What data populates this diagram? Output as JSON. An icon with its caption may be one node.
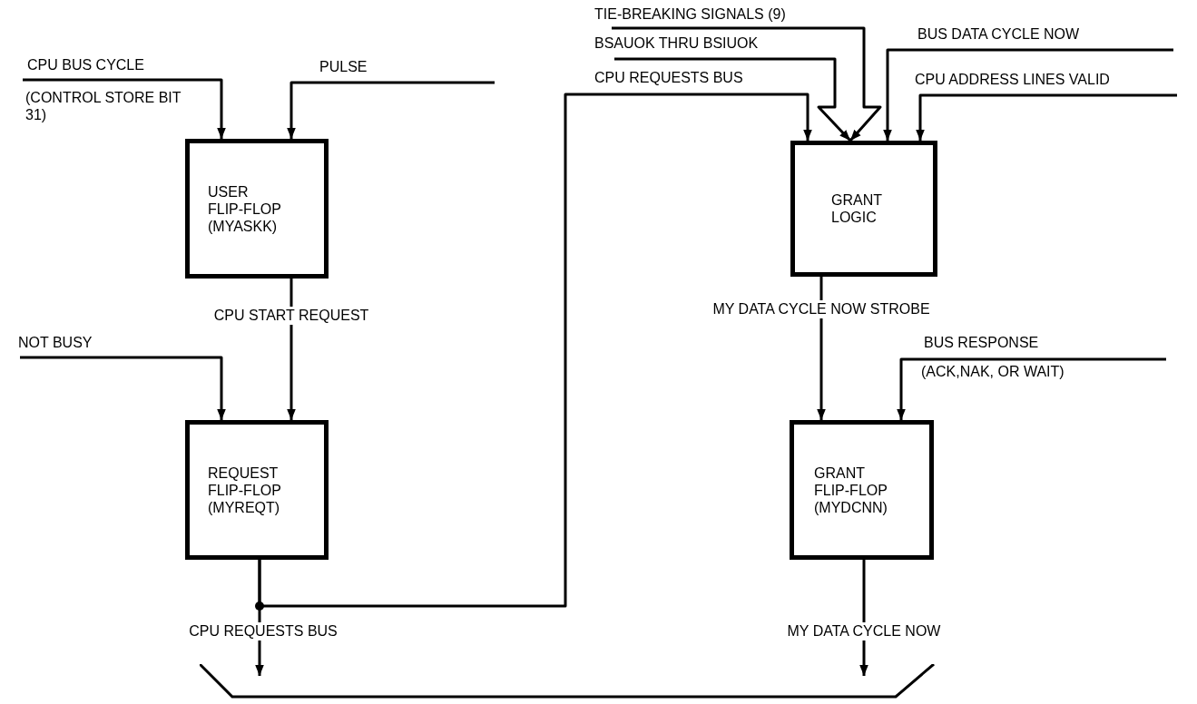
{
  "diagram": {
    "nodes": [
      {
        "text": [
          "USER FLIP-FLOP (MYASKK)"
        ]
      },
      {
        "text": [
          "REQUEST FLIP-FLOP (MYREQT)"
        ]
      },
      {
        "text": [
          "GRANT LOGIC"
        ]
      },
      {
        "text": [
          "GRANT FLIP-FLOP (MYDCNN)"
        ]
      },
      {
        "text": [],
        "shape": "bar"
      }
    ],
    "edges": [
      {
        "from": null,
        "to": 0,
        "arrow": "to",
        "label": "CPU BUS CYCLE"
      },
      {
        "from": null,
        "to": 0,
        "arrow": "to",
        "label": "PULSE"
      },
      {
        "from": 0,
        "to": 1,
        "arrow": "to",
        "label": "CPU START REQUEST"
      },
      {
        "from": null,
        "to": 1,
        "arrow": "to",
        "label": "NOT BUSY"
      },
      {
        "from": 1,
        "to": 4,
        "arrow": "to",
        "label": "CPU REQUESTS BUS"
      },
      {
        "from": 1,
        "to": 2,
        "arrow": "to",
        "label": "CPU REQUESTS BUS"
      },
      {
        "from": null,
        "to": 2,
        "arrow": "to",
        "label": "TIE-BREAKING SIGNALS (9)"
      },
      {
        "from": null,
        "to": 2,
        "arrow": "to",
        "label": "BSAUOK THRU BSIUOK"
      },
      {
        "from": null,
        "to": 2,
        "arrow": "to",
        "label": "BUS DATA CYCLE NOW"
      },
      {
        "from": null,
        "to": 2,
        "arrow": "to",
        "label": "CPU ADDRESS LINES VALID"
      },
      {
        "from": 2,
        "to": 3,
        "arrow": "to",
        "label": "MY DATA CYCLE NOW STROBE"
      },
      {
        "from": null,
        "to": 3,
        "arrow": "to",
        "label": "BUS RESPONSE"
      },
      {
        "from": 3,
        "to": 4,
        "arrow": "to",
        "label": "MY DATA CYCLE NOW"
      }
    ],
    "labels": [
      "(CONTROL STORE BIT 31)",
      "(ACK,NAK, OR WAIT)"
    ]
  }
}
